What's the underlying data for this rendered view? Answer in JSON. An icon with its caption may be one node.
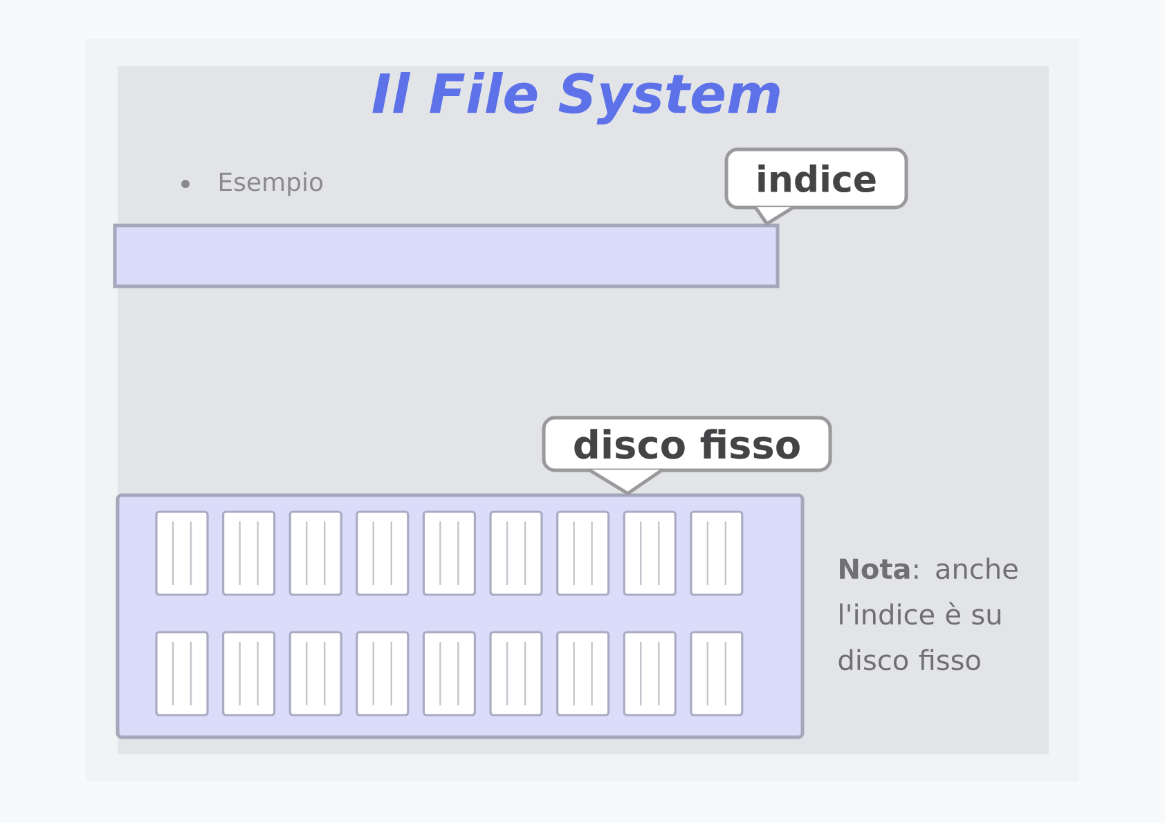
{
  "diagram": {
    "title": "Il File System",
    "nodes": [
      {
        "text": [
          "indice"
        ]
      },
      {
        "text": [],
        "shape": "bar"
      },
      {
        "text": [
          "disco fisso"
        ]
      },
      {
        "text": [],
        "shape": "box"
      }
    ],
    "edges": [
      {
        "from": 0,
        "to": 1,
        "arrow": "none"
      },
      {
        "from": 2,
        "to": 3,
        "arrow": "none"
      }
    ],
    "labels": [
      "Esempio",
      "**Nota**: anche l'indice è su disco fisso"
    ]
  }
}
